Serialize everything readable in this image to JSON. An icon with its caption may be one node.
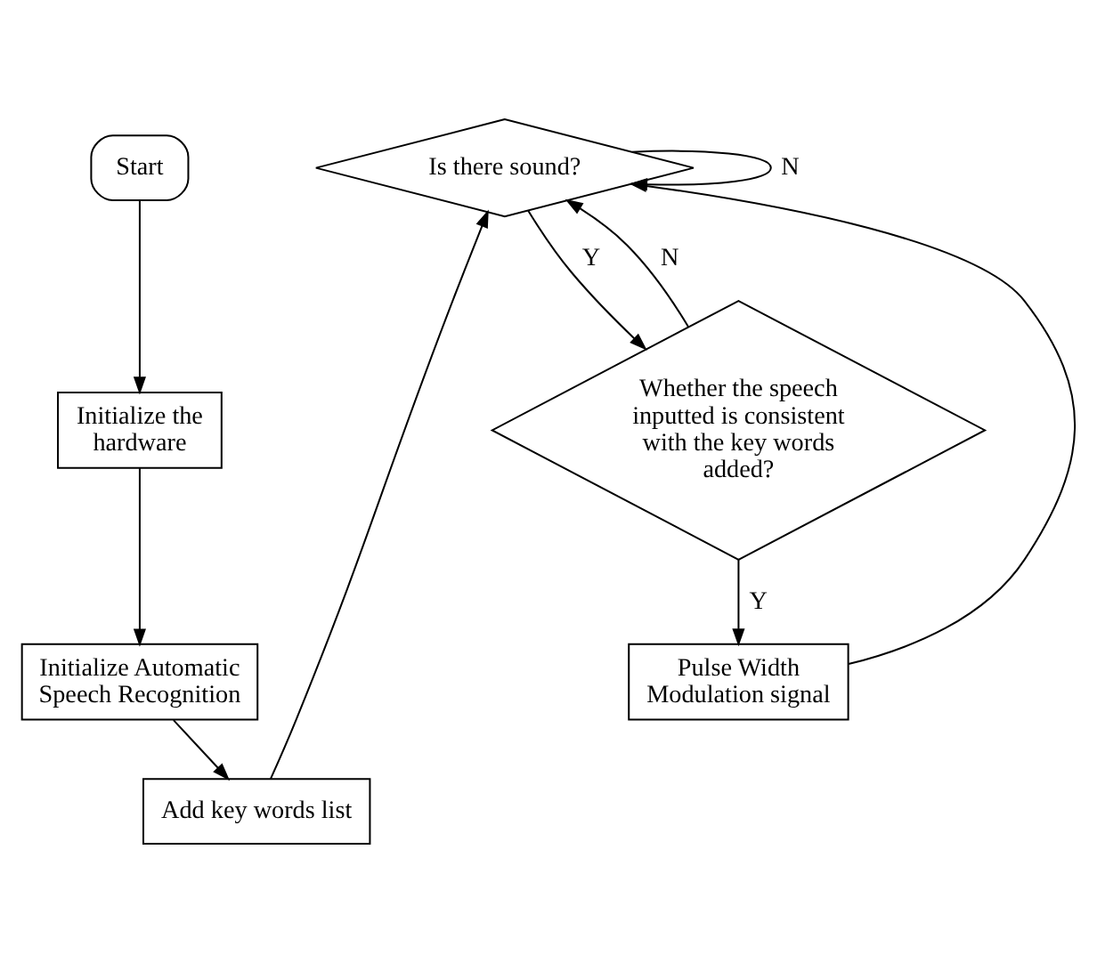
{
  "diagram": {
    "nodes": [
      {
        "text": [
          "Start"
        ]
      },
      {
        "text": [
          "Initialize the hardware"
        ]
      },
      {
        "text": [
          "Initialize Automatic Speech Recognition"
        ]
      },
      {
        "text": [
          "Add key words list"
        ]
      },
      {
        "text": [
          "Is there sound?"
        ]
      },
      {
        "text": [
          "Whether the speech inputted is consistent with the key words added?"
        ]
      },
      {
        "text": [
          "Pulse Width Modulation signal"
        ]
      }
    ],
    "edges": [
      {
        "from": 0,
        "to": 1,
        "arrow": "to"
      },
      {
        "from": 1,
        "to": 2,
        "arrow": "to"
      },
      {
        "from": 2,
        "to": 3,
        "arrow": "to"
      },
      {
        "from": 3,
        "to": 4,
        "arrow": "to"
      },
      {
        "from": 4,
        "to": 4,
        "arrow": "to",
        "label": "N"
      },
      {
        "from": 4,
        "to": 5,
        "arrow": "to",
        "label": "Y"
      },
      {
        "from": 5,
        "to": 4,
        "arrow": "to",
        "label": "N"
      },
      {
        "from": 5,
        "to": 6,
        "arrow": "to",
        "label": "Y"
      },
      {
        "from": 6,
        "to": 4,
        "arrow": "to"
      }
    ]
  }
}
